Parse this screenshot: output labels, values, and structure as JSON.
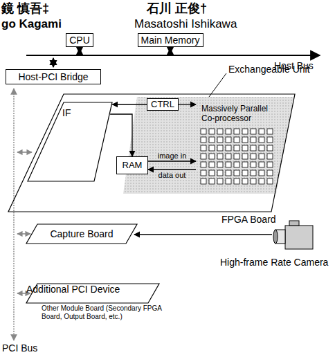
{
  "diagram": {
    "nodes": [
      {
        "text": [
          "CPU"
        ]
      },
      {
        "text": [
          "Main Memory"
        ]
      },
      {
        "text": [
          "Host-PCI Bridge"
        ]
      },
      {
        "text": [
          "FPGA Board"
        ]
      },
      {
        "text": [
          "IF"
        ],
        "in": 3
      },
      {
        "text": [
          "CTRL"
        ],
        "in": 3
      },
      {
        "text": [
          "RAM"
        ],
        "in": 3
      },
      {
        "text": [
          "Massively Parallel Co-processor"
        ],
        "in": 3
      },
      {
        "text": [
          "Capture Board"
        ]
      },
      {
        "text": [
          "Additional PCI Device",
          "Other Module Board (Secondary FPGA Board, Output Board, etc.)"
        ]
      }
    ],
    "edges": [
      {
        "from": 5,
        "to": 4,
        "arrow": "to"
      },
      {
        "from": 4,
        "to": 6,
        "arrow": "to"
      },
      {
        "from": 5,
        "to": 7,
        "arrow": "to"
      },
      {
        "from": 6,
        "to": 7,
        "label": "image in",
        "arrow": "to"
      },
      {
        "from": 7,
        "to": 6,
        "label": "data out",
        "arrow": "to"
      }
    ],
    "labels": [
      "鏡 慎吾‡",
      "go Kagami",
      "石川 正俊†",
      "Masatoshi Ishikawa",
      "Host Bus",
      "Exchangeable Unit",
      "High-frame Rate Camera",
      "PCI Bus"
    ]
  }
}
